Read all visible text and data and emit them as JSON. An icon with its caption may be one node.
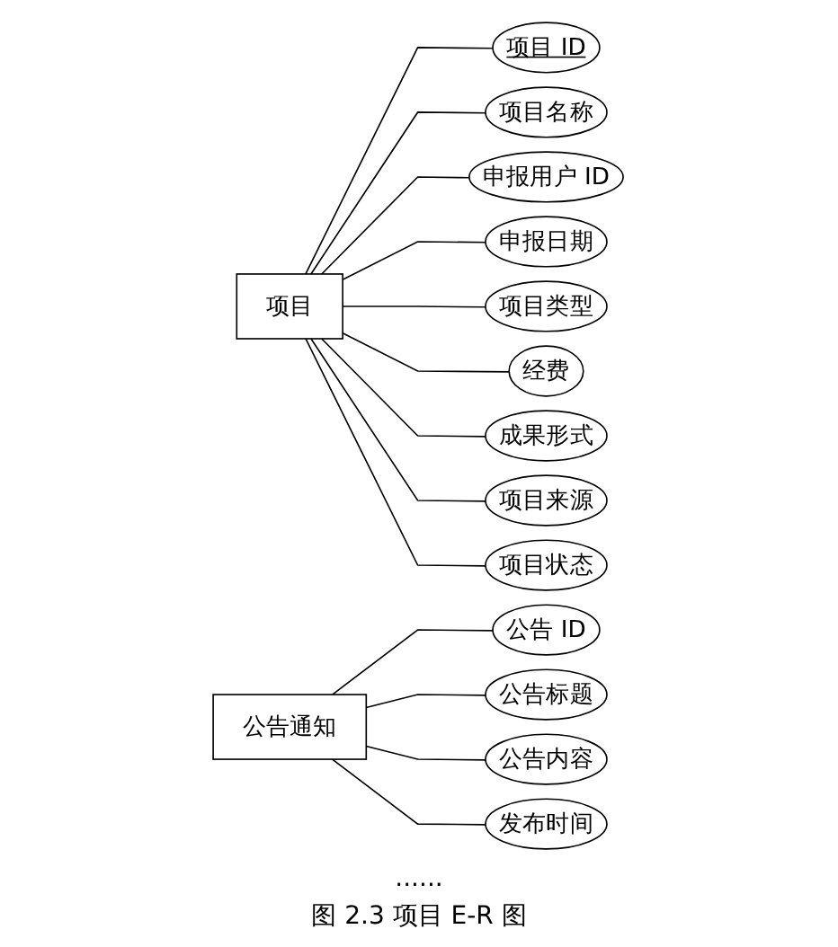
{
  "diagram": {
    "caption": "图 2.3 项目 E-R 图",
    "nodes": [
      {
        "text": [
          "项目"
        ]
      },
      {
        "text": [
          "项目 ID"
        ]
      },
      {
        "text": [
          "项目名称"
        ]
      },
      {
        "text": [
          "申报用户 ID"
        ]
      },
      {
        "text": [
          "申报日期"
        ]
      },
      {
        "text": [
          "项目类型"
        ]
      },
      {
        "text": [
          "经费"
        ]
      },
      {
        "text": [
          "成果形式"
        ]
      },
      {
        "text": [
          "项目来源"
        ]
      },
      {
        "text": [
          "项目状态"
        ]
      },
      {
        "text": [
          "公告通知"
        ]
      },
      {
        "text": [
          "公告 ID"
        ]
      },
      {
        "text": [
          "公告标题"
        ]
      },
      {
        "text": [
          "公告内容"
        ]
      },
      {
        "text": [
          "发布时间"
        ]
      }
    ],
    "edges": [
      {
        "from": 0,
        "to": 1,
        "arrow": "none"
      },
      {
        "from": 0,
        "to": 2,
        "arrow": "none"
      },
      {
        "from": 0,
        "to": 3,
        "arrow": "none"
      },
      {
        "from": 0,
        "to": 4,
        "arrow": "none"
      },
      {
        "from": 0,
        "to": 5,
        "arrow": "none"
      },
      {
        "from": 0,
        "to": 6,
        "arrow": "none"
      },
      {
        "from": 0,
        "to": 7,
        "arrow": "none"
      },
      {
        "from": 0,
        "to": 8,
        "arrow": "none"
      },
      {
        "from": 0,
        "to": 9,
        "arrow": "none"
      },
      {
        "from": 10,
        "to": 11,
        "arrow": "none"
      },
      {
        "from": 10,
        "to": 12,
        "arrow": "none"
      },
      {
        "from": 10,
        "to": 13,
        "arrow": "none"
      },
      {
        "from": 10,
        "to": 14,
        "arrow": "none"
      }
    ],
    "labels": [
      "......"
    ]
  }
}
